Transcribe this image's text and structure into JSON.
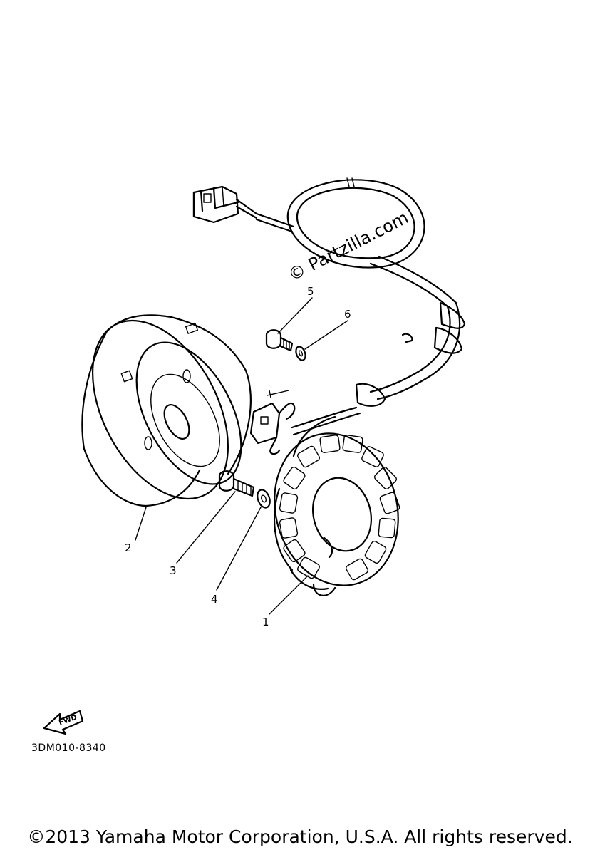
{
  "watermark": "© Partzilla.com",
  "callouts": [
    "1",
    "2",
    "3",
    "4",
    "5",
    "6"
  ],
  "fwd_label": "FWD",
  "diagram_code": "3DM010-8340",
  "copyright": "©2013 Yamaha Motor Corporation, U.S.A. All rights reserved."
}
